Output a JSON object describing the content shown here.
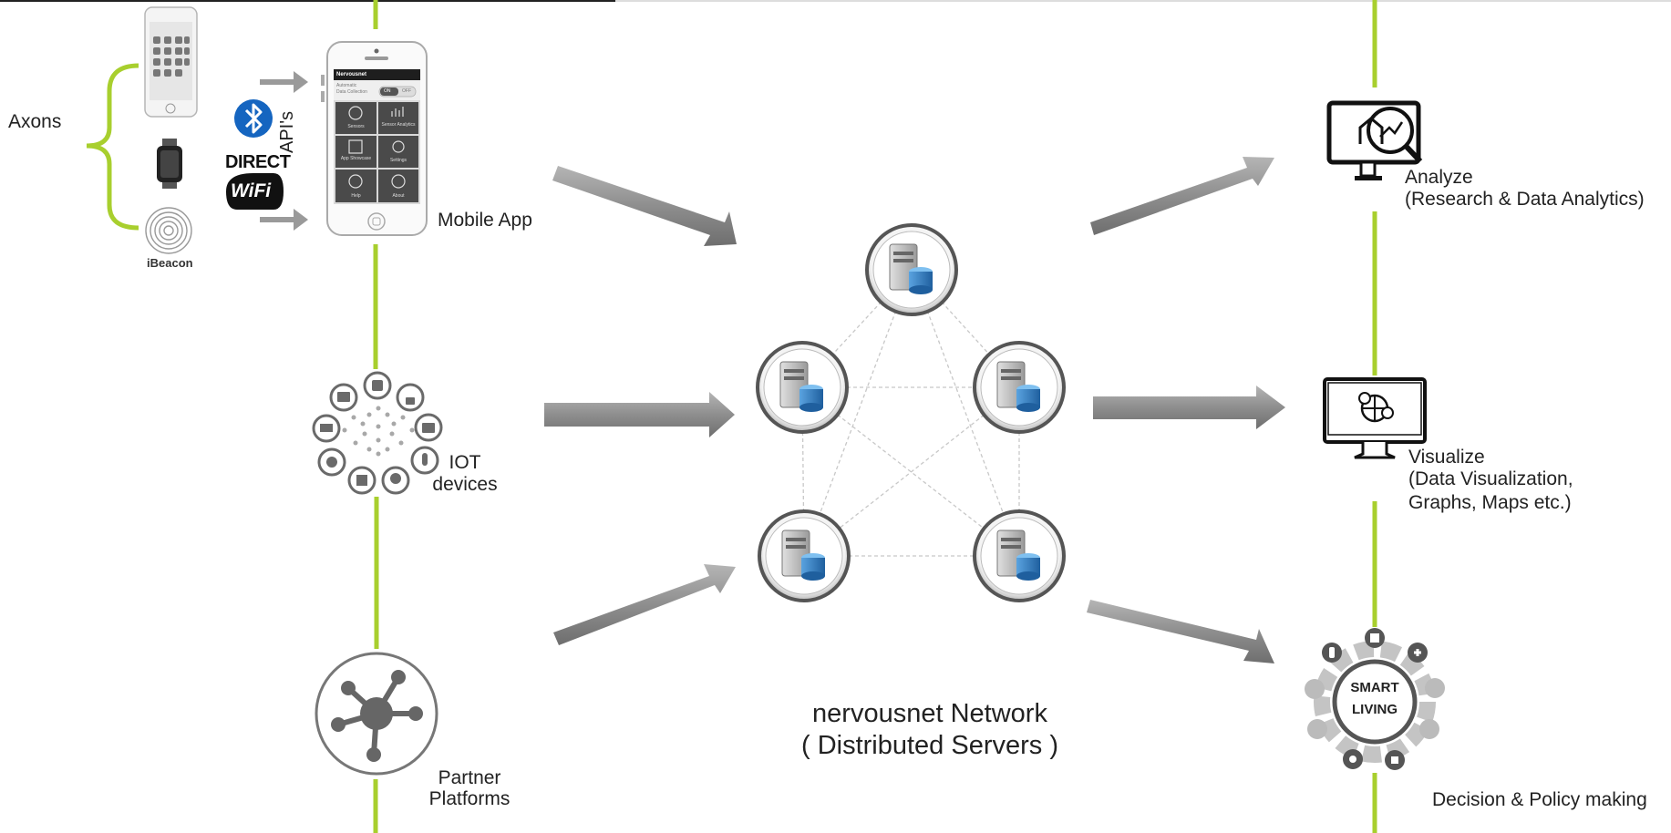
{
  "left": {
    "axons": "Axons",
    "ibeacon": "iBeacon",
    "direct": "DIRECT",
    "wifi": "WiFi",
    "apis": "API's",
    "mobile_app": "Mobile App",
    "iot_line1": "IOT",
    "iot_line2": "devices",
    "partner_line1": "Partner",
    "partner_line2": "Platforms"
  },
  "phone": {
    "app_name": "Nervousnet",
    "toggle_label_1": "Automatic",
    "toggle_label_2": "Data Collection",
    "toggle_on": "ON",
    "toggle_off": "OFF",
    "tiles": [
      "Sensors",
      "Sensor Analytics",
      "App Showcase",
      "Settings",
      "Help",
      "About"
    ]
  },
  "center": {
    "title_line1": "nervousnet Network",
    "title_line2": "( Distributed Servers )"
  },
  "right": {
    "analyze_line1": "Analyze",
    "analyze_line2": "(Research & Data Analytics)",
    "visualize_line1": "Visualize",
    "visualize_line2": "(Data Visualization,",
    "visualize_line3": "Graphs, Maps etc.)",
    "smart_line1": "SMART",
    "smart_line2": "LIVING",
    "decision": "Decision & Policy making"
  },
  "colors": {
    "accent_green": "#a8cf2e",
    "arrow_gray": "#8a8a8a",
    "bluetooth_blue": "#1565c0",
    "server_blue": "#2f7fc4"
  },
  "icons": [
    "phone-icon",
    "watch-icon",
    "ibeacon-icon",
    "bluetooth-icon",
    "wifi-direct-icon",
    "iot-cluster-icon",
    "partner-hub-icon",
    "server-node-icon",
    "analyze-monitor-icon",
    "visualize-monitor-icon",
    "smart-living-gear-icon"
  ]
}
